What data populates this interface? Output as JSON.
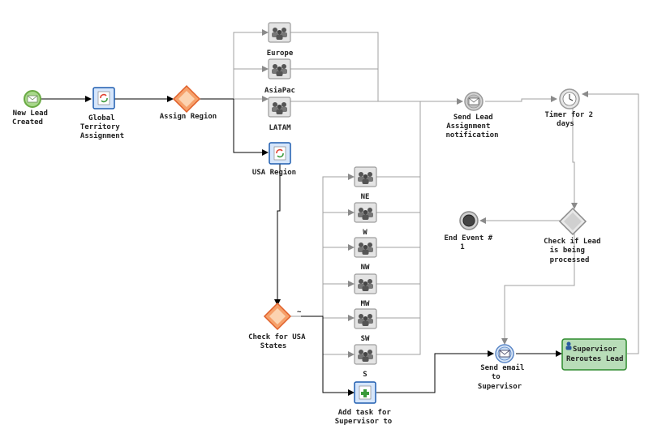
{
  "colors": {
    "black_flow": "#000000",
    "gray_flow": "#9a9a9a",
    "start_fill": "#a8d88a",
    "start_stroke": "#6aaa44",
    "gateway_fill": "#f6a06a",
    "gateway_stroke": "#e0602a",
    "xor_fill": "#e8e8e8",
    "task_fill": "#e4e4e4",
    "service_fill": "#d6e6fb",
    "service_stroke": "#1e5db0",
    "highlight_fill": "#b8ddb8",
    "highlight_stroke": "#2e8b2e"
  },
  "labels": {
    "start": [
      "New Lead",
      "Created"
    ],
    "global_territory": [
      "Global",
      "Territory",
      "Assignment"
    ],
    "assign_region": [
      "Assign Region"
    ],
    "europe": [
      "Europe"
    ],
    "asiapac": [
      "AsiaPac"
    ],
    "latam": [
      "LATAM"
    ],
    "usa_region": [
      "USA Region"
    ],
    "ne": [
      "NE"
    ],
    "w": [
      "W"
    ],
    "nw": [
      "NW"
    ],
    "mw": [
      "MW"
    ],
    "sw": [
      "SW"
    ],
    "s": [
      "S"
    ],
    "check_usa": [
      "Check for USA",
      "States"
    ],
    "add_task": [
      "Add task for",
      "Supervisor to"
    ],
    "send_lead": [
      "Send Lead",
      "Assignment",
      "notification"
    ],
    "timer": [
      "Timer for 2",
      "days"
    ],
    "end_event": [
      "End Event #",
      "1"
    ],
    "check_lead": [
      "Check if Lead",
      "is being",
      "processed"
    ],
    "send_email": [
      "Send email",
      "to",
      "Supervisor"
    ],
    "supervisor_reroutes": [
      "Supervisor",
      "Reroutes Lead"
    ]
  },
  "icons": {
    "start": "envelope-icon",
    "group_task": "people-icon",
    "service_task": "refresh-icon",
    "add_task": "add-task-icon",
    "message": "envelope-icon",
    "timer": "clock-icon",
    "end": "end-event-icon",
    "user_task": "user-icon"
  }
}
